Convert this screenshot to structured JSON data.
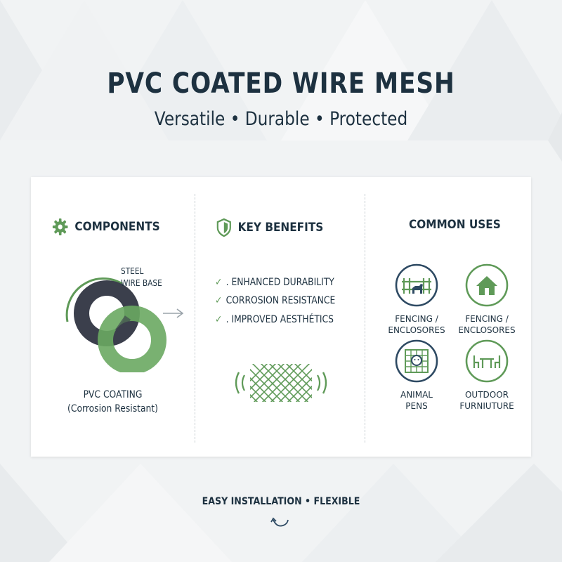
{
  "header": {
    "title": "PVC COATED WIRE MESH",
    "subtitle": "Versatile • Durable • Protected"
  },
  "components": {
    "heading": "COMPONENTS",
    "icon": "gear-icon",
    "steel_label_line1": "STEEL",
    "steel_label_line2": "WIRE BASE",
    "pvc_label": "PVC COATING",
    "pvc_sub": "(Corrosion Resistant)"
  },
  "benefits": {
    "heading": "KEY BENEFITS",
    "icon": "shield-icon",
    "items": [
      {
        "check": "✓",
        "text": ". ENHANCED DURABILITY"
      },
      {
        "check": "✓",
        "text": "CORROSION RESISTANCE"
      },
      {
        "check": "✓",
        "text": ". IMPROVED AESTHÉTICS"
      }
    ],
    "illustration": "wire-mesh-icon"
  },
  "uses": {
    "heading": "COMMON USES",
    "items": [
      {
        "line1": "FENCING /",
        "line2": "ENCLOSORES",
        "icon": "fence-dog-icon"
      },
      {
        "line1": "FENCING /",
        "line2": "ENCLOSORES",
        "icon": "house-icon"
      },
      {
        "line1": "ANIMAL",
        "line2": "PENS",
        "icon": "animal-pen-icon"
      },
      {
        "line1": "OUTDOOR",
        "line2": "FURNIUTURE",
        "icon": "outdoor-furniture-icon"
      }
    ]
  },
  "footer": {
    "text": "EASY INSTALLATION • FLEXIBLE",
    "icon": "curved-arrow-icon"
  },
  "colors": {
    "navy": "#2e4a63",
    "green": "#5f9a58",
    "dark_ring": "#3b3f4c",
    "text": "#1d3140"
  }
}
